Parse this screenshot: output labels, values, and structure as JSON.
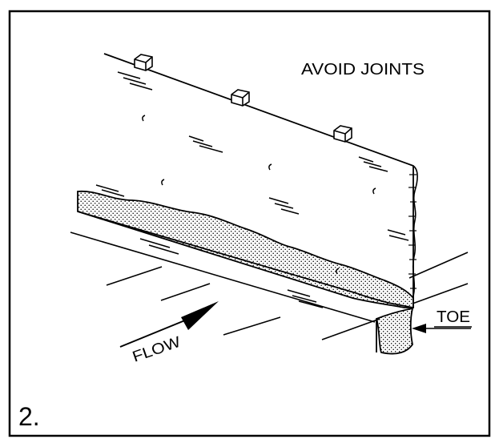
{
  "labels": {
    "avoid": "AVOID  JOINTS",
    "toe": "TOE",
    "flow": "FLOW",
    "figure_number": "2."
  }
}
